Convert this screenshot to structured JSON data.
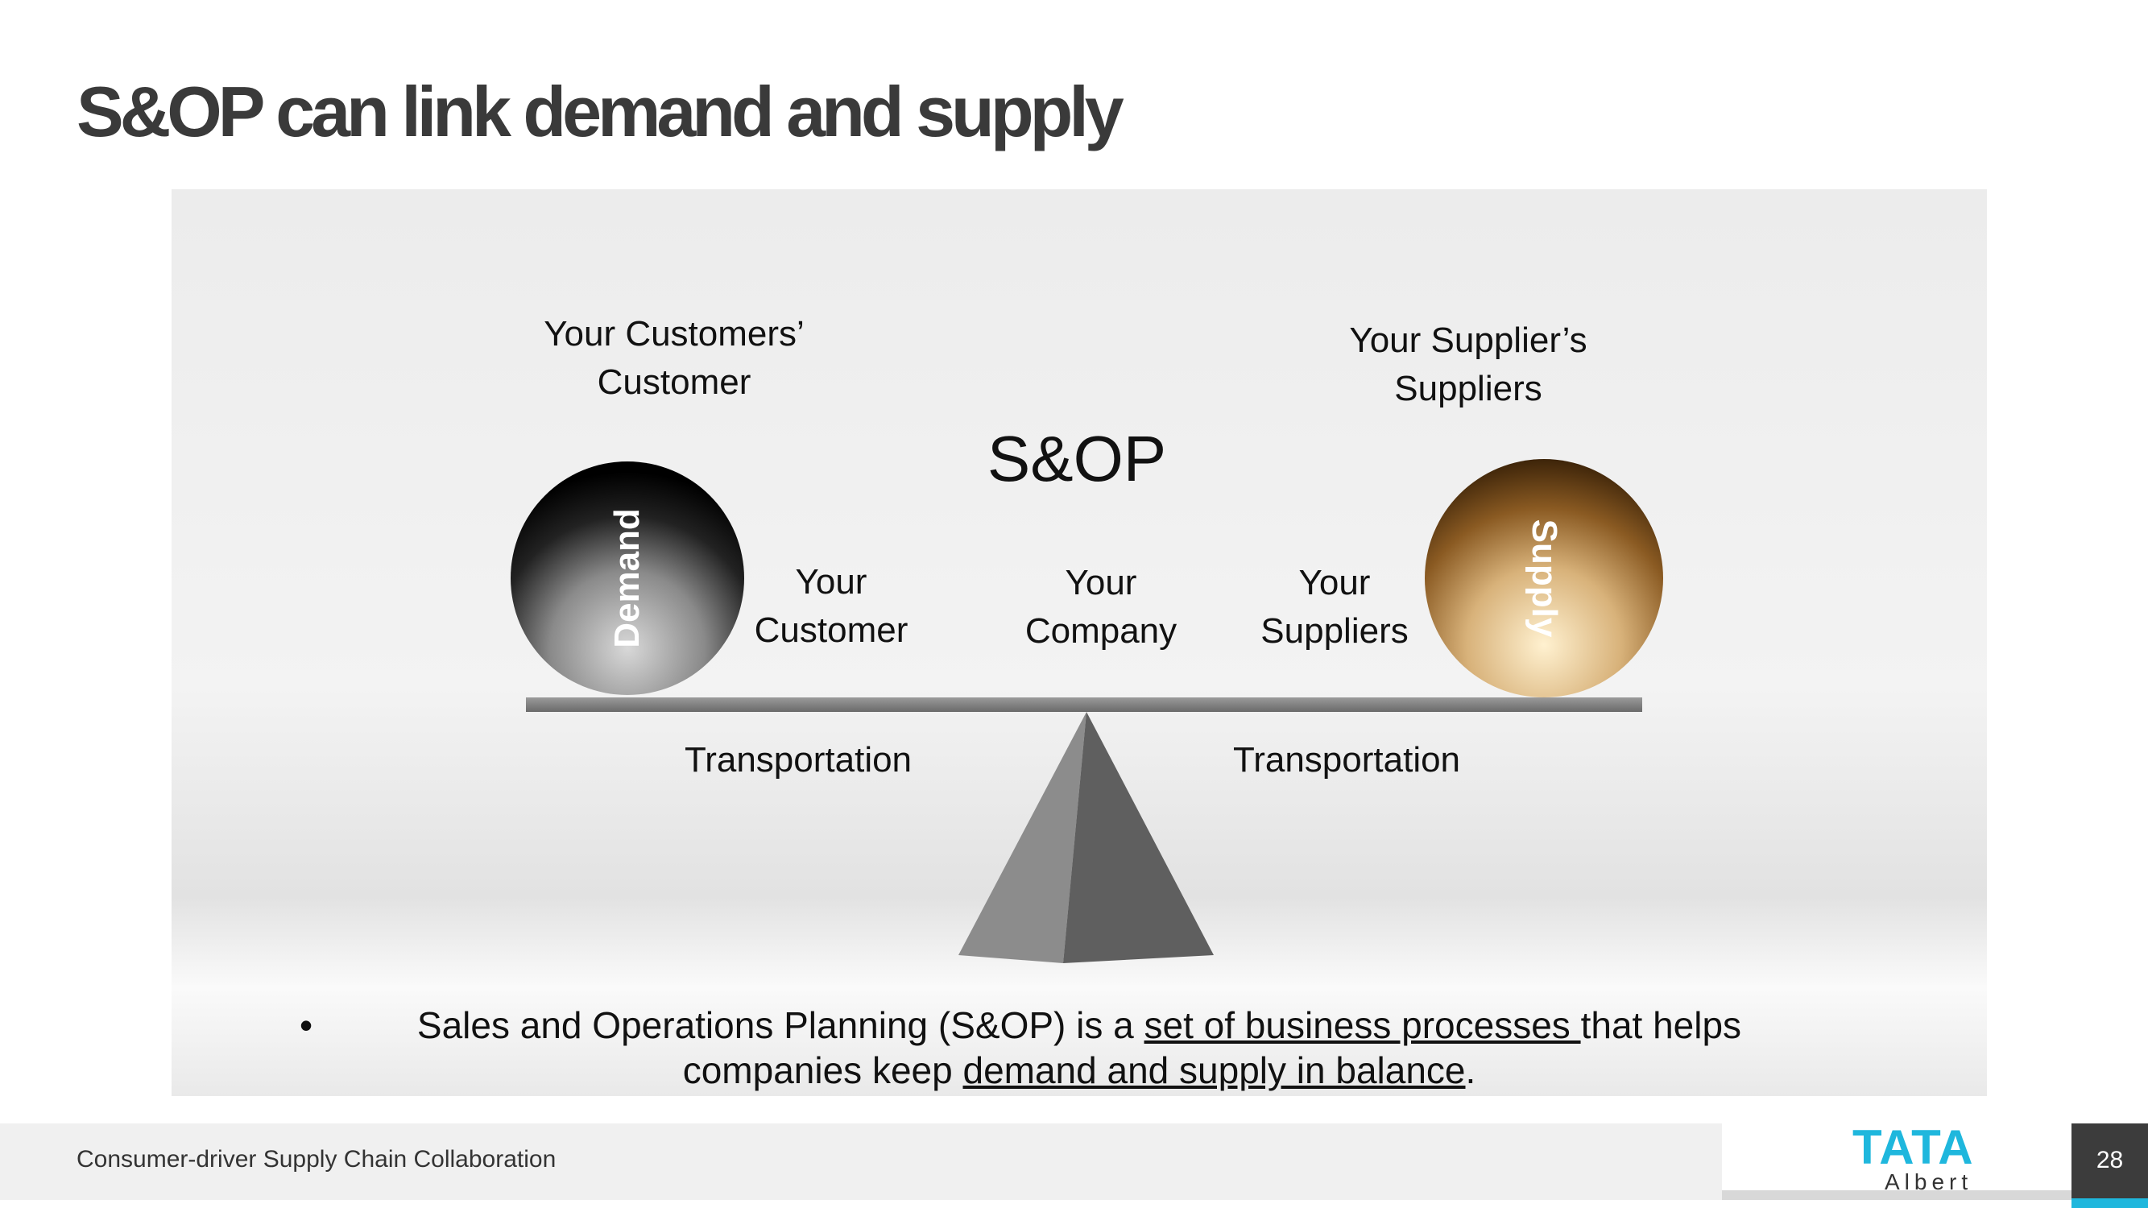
{
  "title": "S&OP can link demand and supply",
  "diagram": {
    "center": "S&OP",
    "customers_customer": [
      "Your Customers’",
      "Customer"
    ],
    "suppliers_suppliers": [
      "Your Supplier’s",
      "Suppliers"
    ],
    "your_customer": [
      "Your",
      "Customer"
    ],
    "your_company": [
      "Your",
      "Company"
    ],
    "your_suppliers": [
      "Your",
      "Suppliers"
    ],
    "transport_left": "Transportation",
    "transport_right": "Transportation",
    "demand_ball": "Demand",
    "supply_ball": "Supply"
  },
  "bullet": {
    "marker": "•",
    "part1": "Sales and Operations Planning (S&OP) is a ",
    "link1": "set of business processes ",
    "part2": "that helps companies keep ",
    "link2": "demand and supply in balance",
    "part3": "."
  },
  "footer": {
    "text": "Consumer-driver Supply Chain Collaboration",
    "logo_top": "TATA",
    "logo_bottom": "Albert",
    "page": "28"
  },
  "colors": {
    "accent": "#1fb7dd",
    "title": "#3a3a3a",
    "pagebox": "#3c3c3c"
  }
}
